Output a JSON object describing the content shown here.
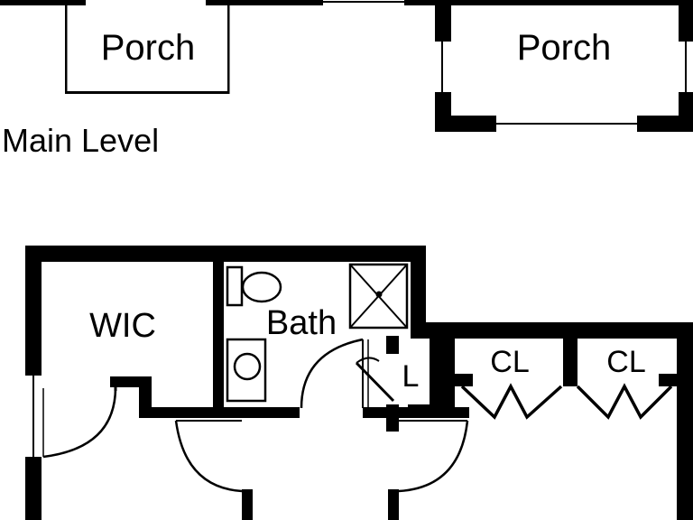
{
  "labels": {
    "porch_left": "Porch",
    "porch_right": "Porch",
    "level": "Main Level",
    "wic": "WIC",
    "bath": "Bath",
    "linen": "L",
    "closet_1": "CL",
    "closet_2": "CL"
  },
  "colors": {
    "wall": "#000000",
    "background": "#ffffff"
  }
}
